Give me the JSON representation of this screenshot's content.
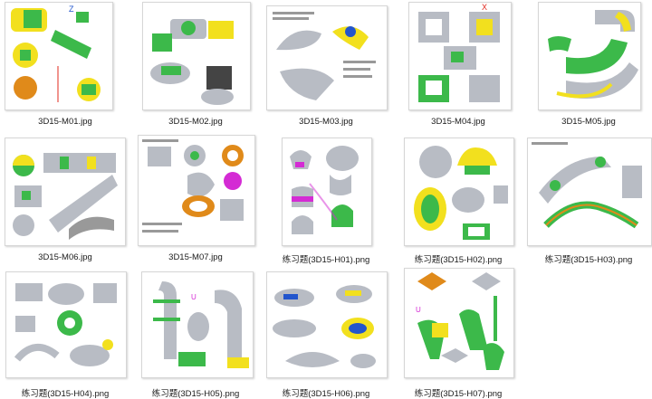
{
  "files": [
    {
      "name": "3D15-M01.jpg",
      "icon": "jpg-thumbnail-icon"
    },
    {
      "name": "3D15-M02.jpg",
      "icon": "jpg-thumbnail-icon"
    },
    {
      "name": "3D15-M03.jpg",
      "icon": "jpg-thumbnail-icon"
    },
    {
      "name": "3D15-M04.jpg",
      "icon": "jpg-thumbnail-icon"
    },
    {
      "name": "3D15-M05.jpg",
      "icon": "jpg-thumbnail-icon"
    },
    {
      "name": "3D15-M06.jpg",
      "icon": "jpg-thumbnail-icon"
    },
    {
      "name": "3D15-M07.jpg",
      "icon": "jpg-thumbnail-icon"
    },
    {
      "name": "练习题(3D15-H01).png",
      "icon": "png-thumbnail-icon"
    },
    {
      "name": "练习题(3D15-H02).png",
      "icon": "png-thumbnail-icon"
    },
    {
      "name": "练习题(3D15-H03).png",
      "icon": "png-thumbnail-icon"
    },
    {
      "name": "练习题(3D15-H04).png",
      "icon": "png-thumbnail-icon"
    },
    {
      "name": "练习题(3D15-H05).png",
      "icon": "png-thumbnail-icon"
    },
    {
      "name": "练习题(3D15-H06).png",
      "icon": "png-thumbnail-icon"
    },
    {
      "name": "练习题(3D15-H07).png",
      "icon": "png-thumbnail-icon"
    }
  ],
  "colors": {
    "background": "#ffffff",
    "part_green": "#3cb94a",
    "part_yellow": "#f2e01e",
    "part_gray": "#b8bcc4",
    "axis_blue": "#2255cc",
    "axis_red": "#e0281e",
    "accent_magenta": "#d42bd4",
    "accent_orange": "#e08a1a"
  }
}
